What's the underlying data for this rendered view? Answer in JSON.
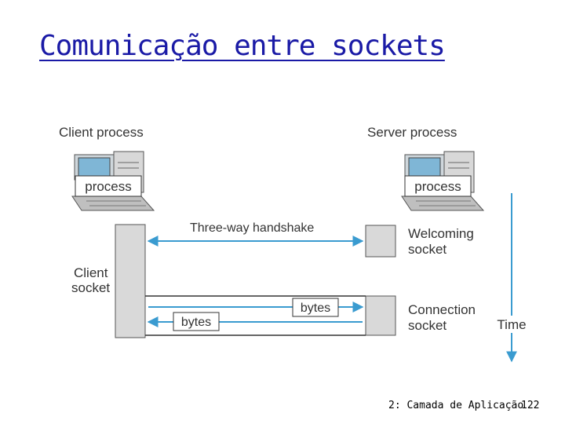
{
  "title": "Comunicação entre sockets",
  "diagram": {
    "client_process_label": "Client process",
    "server_process_label": "Server process",
    "client_process_box": "process",
    "server_process_box": "process",
    "handshake_label": "Three-way handshake",
    "client_socket_label": [
      "Client",
      "socket"
    ],
    "welcoming_socket_label": [
      "Welcoming",
      "socket"
    ],
    "connection_socket_label": [
      "Connection",
      "socket"
    ],
    "bytes_to_server": "bytes",
    "bytes_to_client": "bytes",
    "time_label": "Time",
    "arrow_color": "#3a9bd0"
  },
  "footer": {
    "section": "2: Camada de Aplicação",
    "page": "122"
  }
}
